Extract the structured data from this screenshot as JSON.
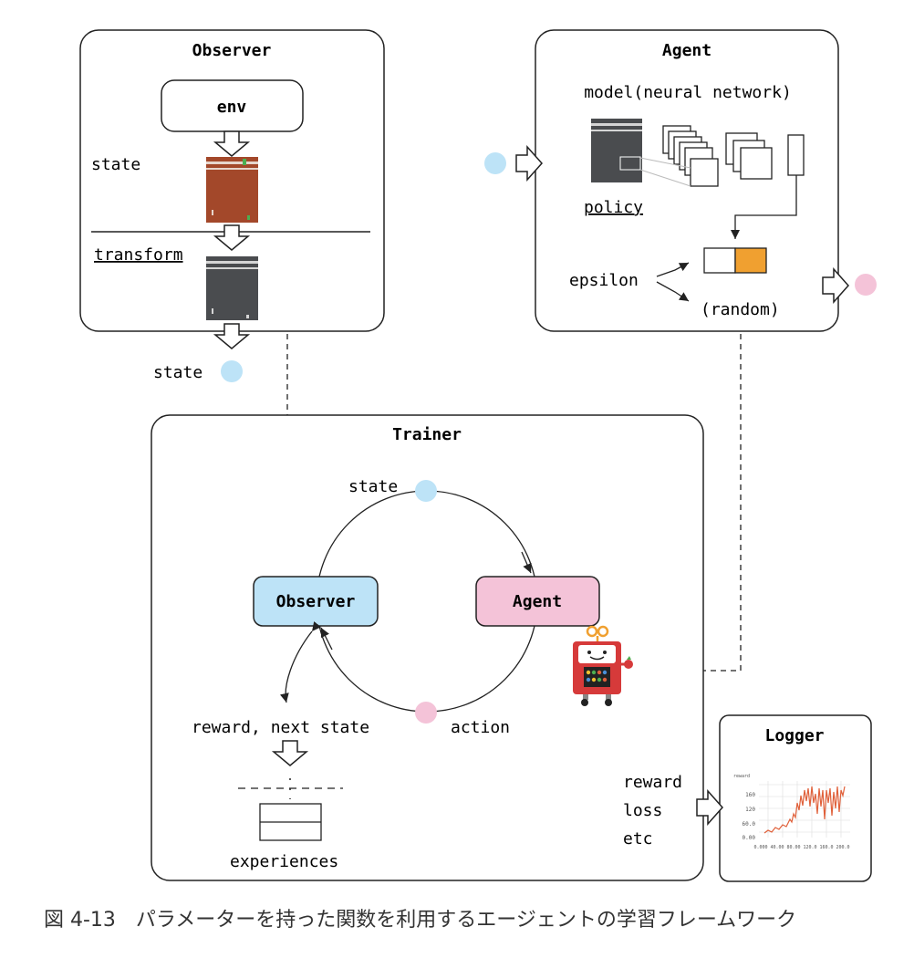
{
  "observer_panel": {
    "title": "Observer",
    "env_label": "env",
    "state_label": "state",
    "transform_label": "transform",
    "output_label": "state"
  },
  "agent_panel": {
    "title": "Agent",
    "model_label": "model(neural network)",
    "policy_label": "policy",
    "epsilon_label": "epsilon",
    "random_label": "(random)"
  },
  "trainer_panel": {
    "title": "Trainer",
    "state_label": "state",
    "observer_node": "Observer",
    "agent_node": "Agent",
    "reward_label": "reward, next state",
    "action_label": "action",
    "experiences_label": "experiences"
  },
  "logger_panel": {
    "title": "Logger",
    "inputs": [
      "reward",
      "loss",
      "etc"
    ],
    "chart_title": "reward",
    "y_ticks": [
      "160",
      "120",
      "60.0",
      "0.00"
    ],
    "x_ticks": [
      "0.000",
      "40.00",
      "80.00",
      "120.0",
      "160.0",
      "200.0"
    ]
  },
  "colors": {
    "state": "#bde3f7",
    "action": "#f4c3d8",
    "observer_node": "#bde3f7",
    "agent_node": "#f4c3d8",
    "epsilon_fill": "#f0a030",
    "frame_brown": "#a3482a",
    "frame_gray": "#4a4c4f",
    "plot_line": "#e0603a"
  },
  "caption": "図 4-13　パラメーターを持った関数を利用するエージェントの学習フレームワーク"
}
